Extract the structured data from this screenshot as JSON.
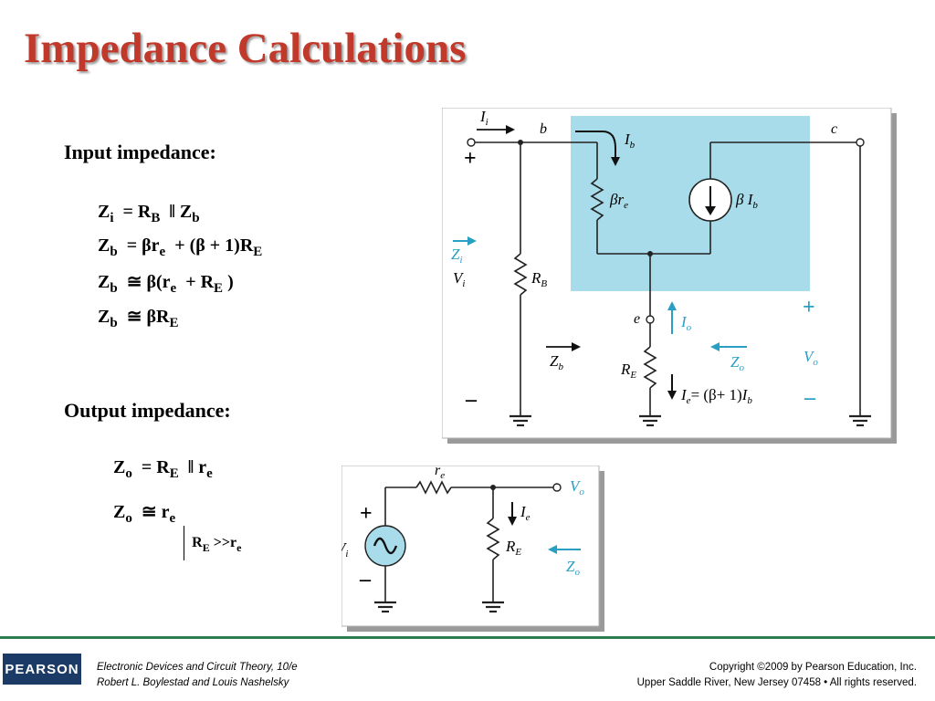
{
  "slide": {
    "title": "Impedance Calculations",
    "input_heading": "Input impedance:",
    "output_heading": "Output impedance:"
  },
  "colors": {
    "title": "#c0392b",
    "shade": "#a8dcea",
    "arrow_blue": "#2a9fc4",
    "footer_line": "#2e7d4f",
    "logo_bg": "#1b3a66"
  },
  "equations": {
    "input": [
      {
        "lhs": "Z",
        "lhs_sub": "i",
        "rel": "=",
        "rhs": "R",
        "rhs_sub": "B",
        "tail": "ǁ Z",
        "tail_sub": "b"
      },
      {
        "lhs": "Z",
        "lhs_sub": "b",
        "rel": "=",
        "rhs": "βr",
        "rhs_sub": "e",
        "tail": "+ (β + 1)R",
        "tail_sub": "E"
      },
      {
        "lhs": "Z",
        "lhs_sub": "b",
        "rel": "≅",
        "rhs": "β(r",
        "rhs_sub": "e",
        "tail": "+ R",
        "tail_sub": "E",
        "end": ")"
      },
      {
        "lhs": "Z",
        "lhs_sub": "b",
        "rel": "≅",
        "rhs": "βR",
        "rhs_sub": "E"
      }
    ],
    "output": [
      {
        "lhs": "Z",
        "lhs_sub": "o",
        "rel": "=",
        "rhs": "R",
        "rhs_sub": "E",
        "tail": "ǁ r",
        "tail_sub": "e"
      },
      {
        "lhs": "Z",
        "lhs_sub": "o",
        "rel": "≅",
        "rhs": "r",
        "rhs_sub": "e",
        "cond": "R",
        "cond_sub": "E",
        "cond_tail": ">>r",
        "cond_tail_sub": "e"
      }
    ]
  },
  "circuit1": {
    "labels": {
      "ii": "I",
      "ii_sub": "i",
      "b": "b",
      "c": "c",
      "e": "e",
      "ib": "I",
      "ib_sub": "b",
      "bre": "βr",
      "bre_sub": "e",
      "bib": "β I",
      "bib_sub": "b",
      "zi": "Z",
      "zi_sub": "i",
      "vi": "V",
      "vi_sub": "i",
      "rb": "R",
      "rb_sub": "B",
      "io": "I",
      "io_sub": "o",
      "zb": "Z",
      "zb_sub": "b",
      "re": "R",
      "re_sub": "E",
      "zo": "Z",
      "zo_sub": "o",
      "vo": "V",
      "vo_sub": "o",
      "ie": "I",
      "ie_sub": "e",
      "ie_expr": "= (β+ 1)",
      "ie_expr2": "I",
      "ie_expr2_sub": "b",
      "plus": "+",
      "minus": "–"
    }
  },
  "circuit2": {
    "labels": {
      "re_small": "r",
      "re_small_sub": "e",
      "vo": "V",
      "vo_sub": "o",
      "ie": "I",
      "ie_sub": "e",
      "vi": "V",
      "vi_sub": "i",
      "re": "R",
      "re_sub": "E",
      "zo": "Z",
      "zo_sub": "o",
      "plus": "+",
      "minus": "–"
    }
  },
  "footer": {
    "logo": "PEARSON",
    "book": "Electronic Devices and Circuit Theory, 10/e",
    "authors": "Robert L. Boylestad and Louis Nashelsky",
    "copyright": "Copyright ©2009 by Pearson Education, Inc.",
    "address": "Upper Saddle River, New Jersey 07458 • All rights reserved."
  }
}
